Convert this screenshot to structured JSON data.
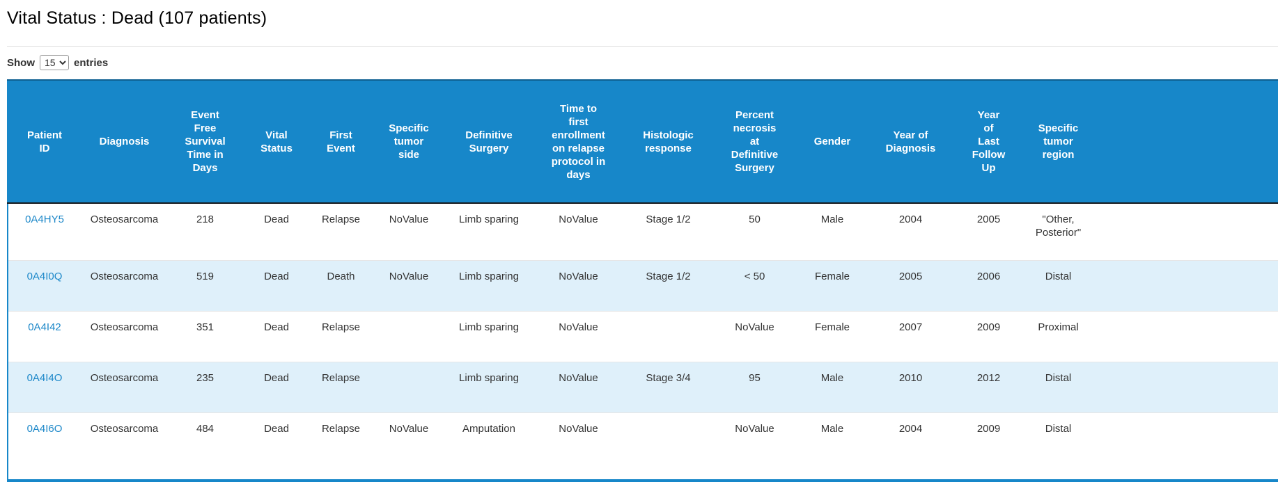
{
  "page": {
    "title": "Vital Status : Dead (107 patients)"
  },
  "controls": {
    "show_label": "Show",
    "entries_label": "entries",
    "page_length": "15"
  },
  "colors": {
    "header_bg": "#1787c9",
    "header_top_border": "#0e5f91",
    "header_bottom_border": "#16191c",
    "stripe_row_bg": "#dff0fa",
    "link": "#1d88c9"
  },
  "table": {
    "columns": [
      "Patient ID",
      "Diagnosis",
      "Event Free Survival Time in Days",
      "Vital Status",
      "First Event",
      "Specific tumor side",
      "Definitive Surgery",
      "Time to first enrollment on relapse protocol in days",
      "Histologic response",
      "Percent necrosis at Definitive Surgery",
      "Gender",
      "Year of Diagnosis",
      "Year of Last Follow Up",
      "Specific tumor region"
    ],
    "rows": [
      {
        "patient_id": "0A4HY5",
        "cells": [
          "Osteosarcoma",
          "218",
          "Dead",
          "Relapse",
          "NoValue",
          "Limb sparing",
          "NoValue",
          "Stage 1/2",
          "50",
          "Male",
          "2004",
          "2005",
          "\"Other, Posterior\""
        ]
      },
      {
        "patient_id": "0A4I0Q",
        "cells": [
          "Osteosarcoma",
          "519",
          "Dead",
          "Death",
          "NoValue",
          "Limb sparing",
          "NoValue",
          "Stage 1/2",
          "< 50",
          "Female",
          "2005",
          "2006",
          "Distal"
        ]
      },
      {
        "patient_id": "0A4I42",
        "cells": [
          "Osteosarcoma",
          "351",
          "Dead",
          "Relapse",
          "",
          "Limb sparing",
          "NoValue",
          "",
          "NoValue",
          "Female",
          "2007",
          "2009",
          "Proximal"
        ]
      },
      {
        "patient_id": "0A4I4O",
        "cells": [
          "Osteosarcoma",
          "235",
          "Dead",
          "Relapse",
          "",
          "Limb sparing",
          "NoValue",
          "Stage 3/4",
          "95",
          "Male",
          "2010",
          "2012",
          "Distal"
        ]
      },
      {
        "patient_id": "0A4I6O",
        "cells": [
          "Osteosarcoma",
          "484",
          "Dead",
          "Relapse",
          "NoValue",
          "Amputation",
          "NoValue",
          "",
          "NoValue",
          "Male",
          "2004",
          "2009",
          "Distal"
        ]
      }
    ]
  }
}
